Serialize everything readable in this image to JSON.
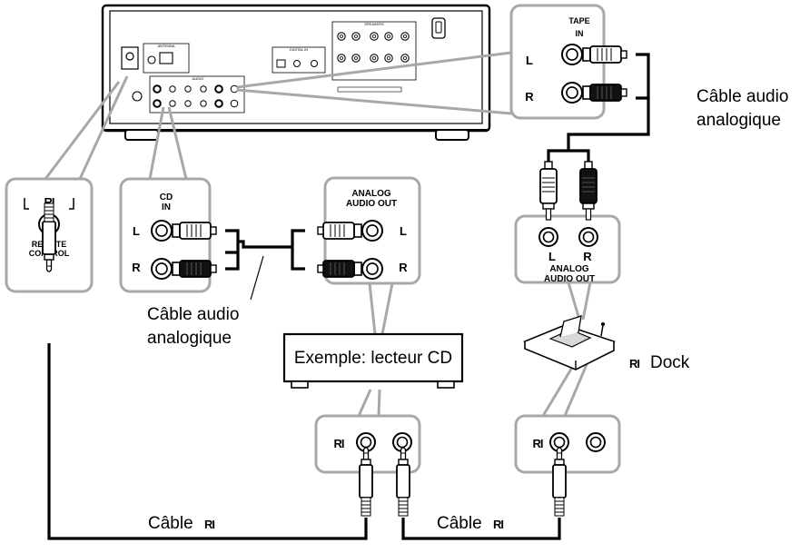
{
  "labels": {
    "cable_audio_right_1": "Câble audio",
    "cable_audio_right_2": "analogique",
    "cable_audio_left_1": "Câble audio",
    "cable_audio_left_2": "analogique",
    "example_device": "Exemple: lecteur CD",
    "dock": "Dock",
    "cable_ri_left": "Câble",
    "cable_ri_right": "Câble",
    "ri_logo": "RI",
    "remote_control_1": "REMOTE",
    "remote_control_2": "CONTROL",
    "cd_in_1": "CD",
    "cd_in_2": "IN",
    "tape": "TAPE",
    "tape_in": "IN",
    "analog_audio_out_1": "ANALOG",
    "analog_audio_out_2": "AUDIO OUT",
    "left": "L",
    "right": "R",
    "amp_audio": "AUDIO",
    "amp_speakers": "SPEAKERS",
    "amp_antenna": "ANTENNA",
    "amp_digital_in": "DIGITAL IN"
  },
  "colors": {
    "callout_gray": "#a8a8a8",
    "cable_black": "#000000",
    "plug_black": "#111111",
    "plug_white": "#ffffff"
  }
}
